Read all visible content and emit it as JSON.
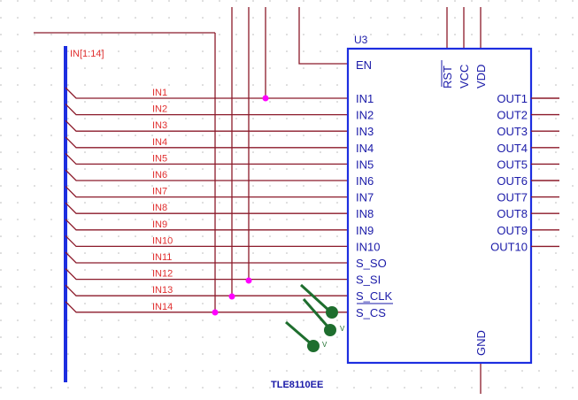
{
  "bus": {
    "label": "IN[1:14]"
  },
  "net_labels": [
    "IN1",
    "IN2",
    "IN3",
    "IN4",
    "IN5",
    "IN6",
    "IN7",
    "IN8",
    "IN9",
    "IN10",
    "IN11",
    "IN12",
    "IN13",
    "IN14"
  ],
  "chip": {
    "ref": "U3",
    "part": "TLE8110EE",
    "en_pin": "EN",
    "top_pins": [
      "RST",
      "VCC",
      "VDD"
    ],
    "left_pins": [
      "IN1",
      "IN2",
      "IN3",
      "IN4",
      "IN5",
      "IN6",
      "IN7",
      "IN8",
      "IN9",
      "IN10",
      "S_SO",
      "S_SI",
      "S_CLK",
      "S_CS"
    ],
    "right_pins": [
      "OUT1",
      "OUT2",
      "OUT3",
      "OUT4",
      "OUT5",
      "OUT6",
      "OUT7",
      "OUT8",
      "OUT9",
      "OUT10"
    ],
    "gnd_pin": "GND"
  },
  "ground_symbol_text": "V",
  "colors": {
    "wire": "#8b1a2a",
    "bus": "#1d2ee0",
    "chip_outline": "#1d2ee0",
    "net_label": "#e03030",
    "pin_label": "#1a1aa8",
    "junction": "#ff00ff",
    "ground_symbol": "#1e6e2e"
  }
}
